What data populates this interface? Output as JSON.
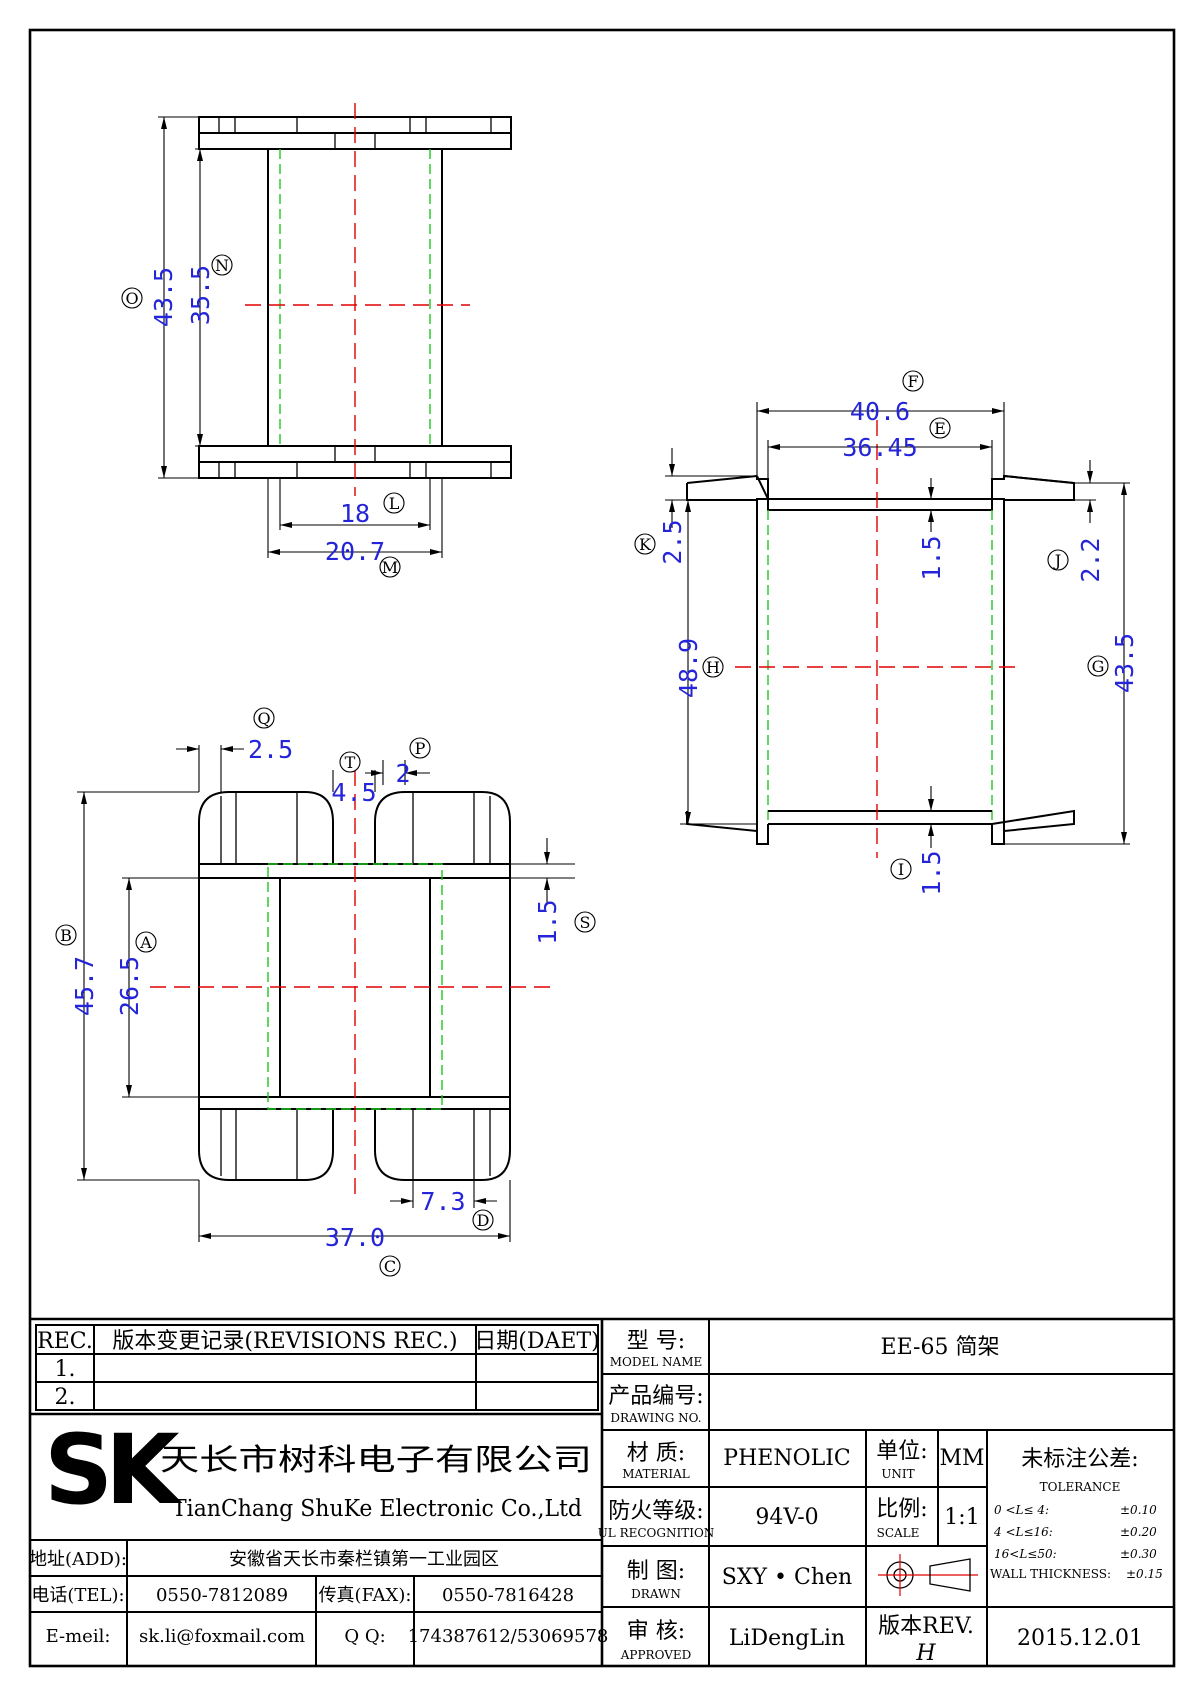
{
  "labels": {
    "O": "O",
    "N": "N",
    "L": "L",
    "M": "M",
    "F": "F",
    "E": "E",
    "K": "K",
    "J": "J",
    "H": "H",
    "G": "G",
    "I": "I",
    "Q": "Q",
    "T": "T",
    "P": "P",
    "S": "S",
    "B": "B",
    "A": "A",
    "C": "C",
    "D": "D"
  },
  "dims": {
    "O": "43.5",
    "N": "35.5",
    "L": "18",
    "M": "20.7",
    "F": "40.6",
    "E": "36.45",
    "K": "2.5",
    "J": "2.2",
    "E_thk": "1.5",
    "H": "48.9",
    "G": "43.5",
    "I": "1.5",
    "Q": "2.5",
    "T": "4.5",
    "P": "2",
    "S": "1.5",
    "B": "45.7",
    "A": "26.5",
    "C": "37.0",
    "D": "7.3"
  },
  "revisions": {
    "col_rec": "REC.",
    "col_desc": "版本变更记录(REVISIONS REC.)",
    "col_date": "日期(DAET)",
    "rows": [
      "1.",
      "2."
    ]
  },
  "company": {
    "logo_text": "SK",
    "name_cn": "天长市树科电子有限公司",
    "name_en": "TianChang ShuKe Electronic Co.,Ltd",
    "addr_label": "地址(ADD):",
    "addr": "安徽省天长市秦栏镇第一工业园区",
    "tel_label": "电话(TEL):",
    "tel": "0550-7812089",
    "fax_label": "传真(FAX):",
    "fax": "0550-7816428",
    "email_label": "E-meil:",
    "email": "sk.li@foxmail.com",
    "qq_label": "Q Q:",
    "qq": "174387612/53069578"
  },
  "fields": {
    "model_cn": "型    号:",
    "model_en": "MODEL NAME",
    "model_value": "EE-65 简架",
    "drawing_cn": "产品编号:",
    "drawing_en": "DRAWING NO.",
    "drawing_value": "",
    "material_cn": "材    质:",
    "material_en": "MATERIAL",
    "material_value": "PHENOLIC",
    "unit_cn": "单位:",
    "unit_en": "UNIT",
    "unit_value": "MM",
    "ul_cn": "防火等级:",
    "ul_en": "UL RECOGNITION",
    "ul_value": "94V-0",
    "scale_cn": "比例:",
    "scale_en": "SCALE",
    "scale_value": "1:1",
    "drawn_cn": "制    图:",
    "drawn_en": "DRAWN",
    "drawn_value": "SXY • Chen",
    "approved_cn": "审    核:",
    "approved_en": "APPROVED",
    "approved_value": "LiDengLin",
    "rev_label": "版本REV.",
    "rev_value": "H",
    "date_value": "2015.12.01"
  },
  "tolerance": {
    "title": "未标注公差:",
    "subtitle": "TOLERANCE",
    "rows": [
      {
        "range": "0  <L≤ 4:",
        "tol": "±0.10"
      },
      {
        "range": "4  <L≤16:",
        "tol": "±0.20"
      },
      {
        "range": "16<L≤50:",
        "tol": "±0.30"
      }
    ],
    "wall_label": "WALL THICKNESS:",
    "wall_tol": "±0.15"
  }
}
